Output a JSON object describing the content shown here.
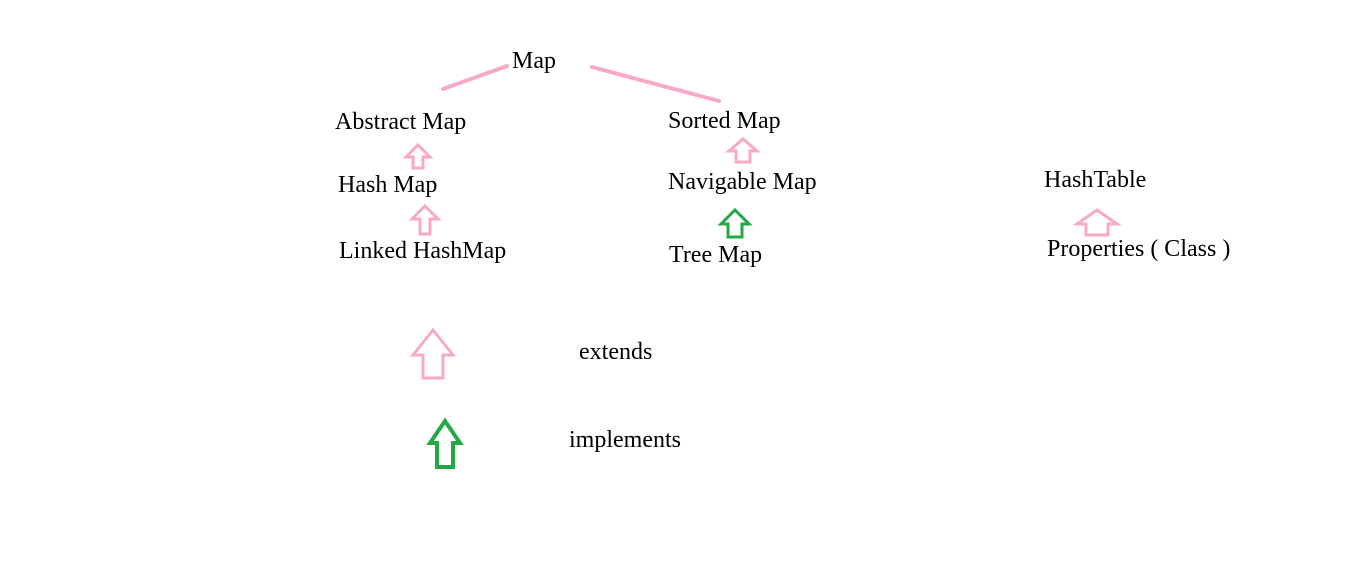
{
  "diagram": {
    "root": "Map",
    "left_branch": [
      "Abstract Map",
      "Hash Map",
      "Linked HashMap"
    ],
    "right_branch": [
      "Sorted Map",
      "Navigable Map",
      "Tree Map"
    ],
    "standalone": [
      "HashTable",
      "Properties ( Class )"
    ]
  },
  "legend": {
    "extends_label": "extends",
    "implements_label": "implements"
  },
  "colors": {
    "extends": "#f9a8c9",
    "implements": "#22a845",
    "text": "#000000",
    "background": "#ffffff"
  },
  "icons": {
    "extends": "up-arrow-outline",
    "implements": "up-arrow-outline"
  }
}
